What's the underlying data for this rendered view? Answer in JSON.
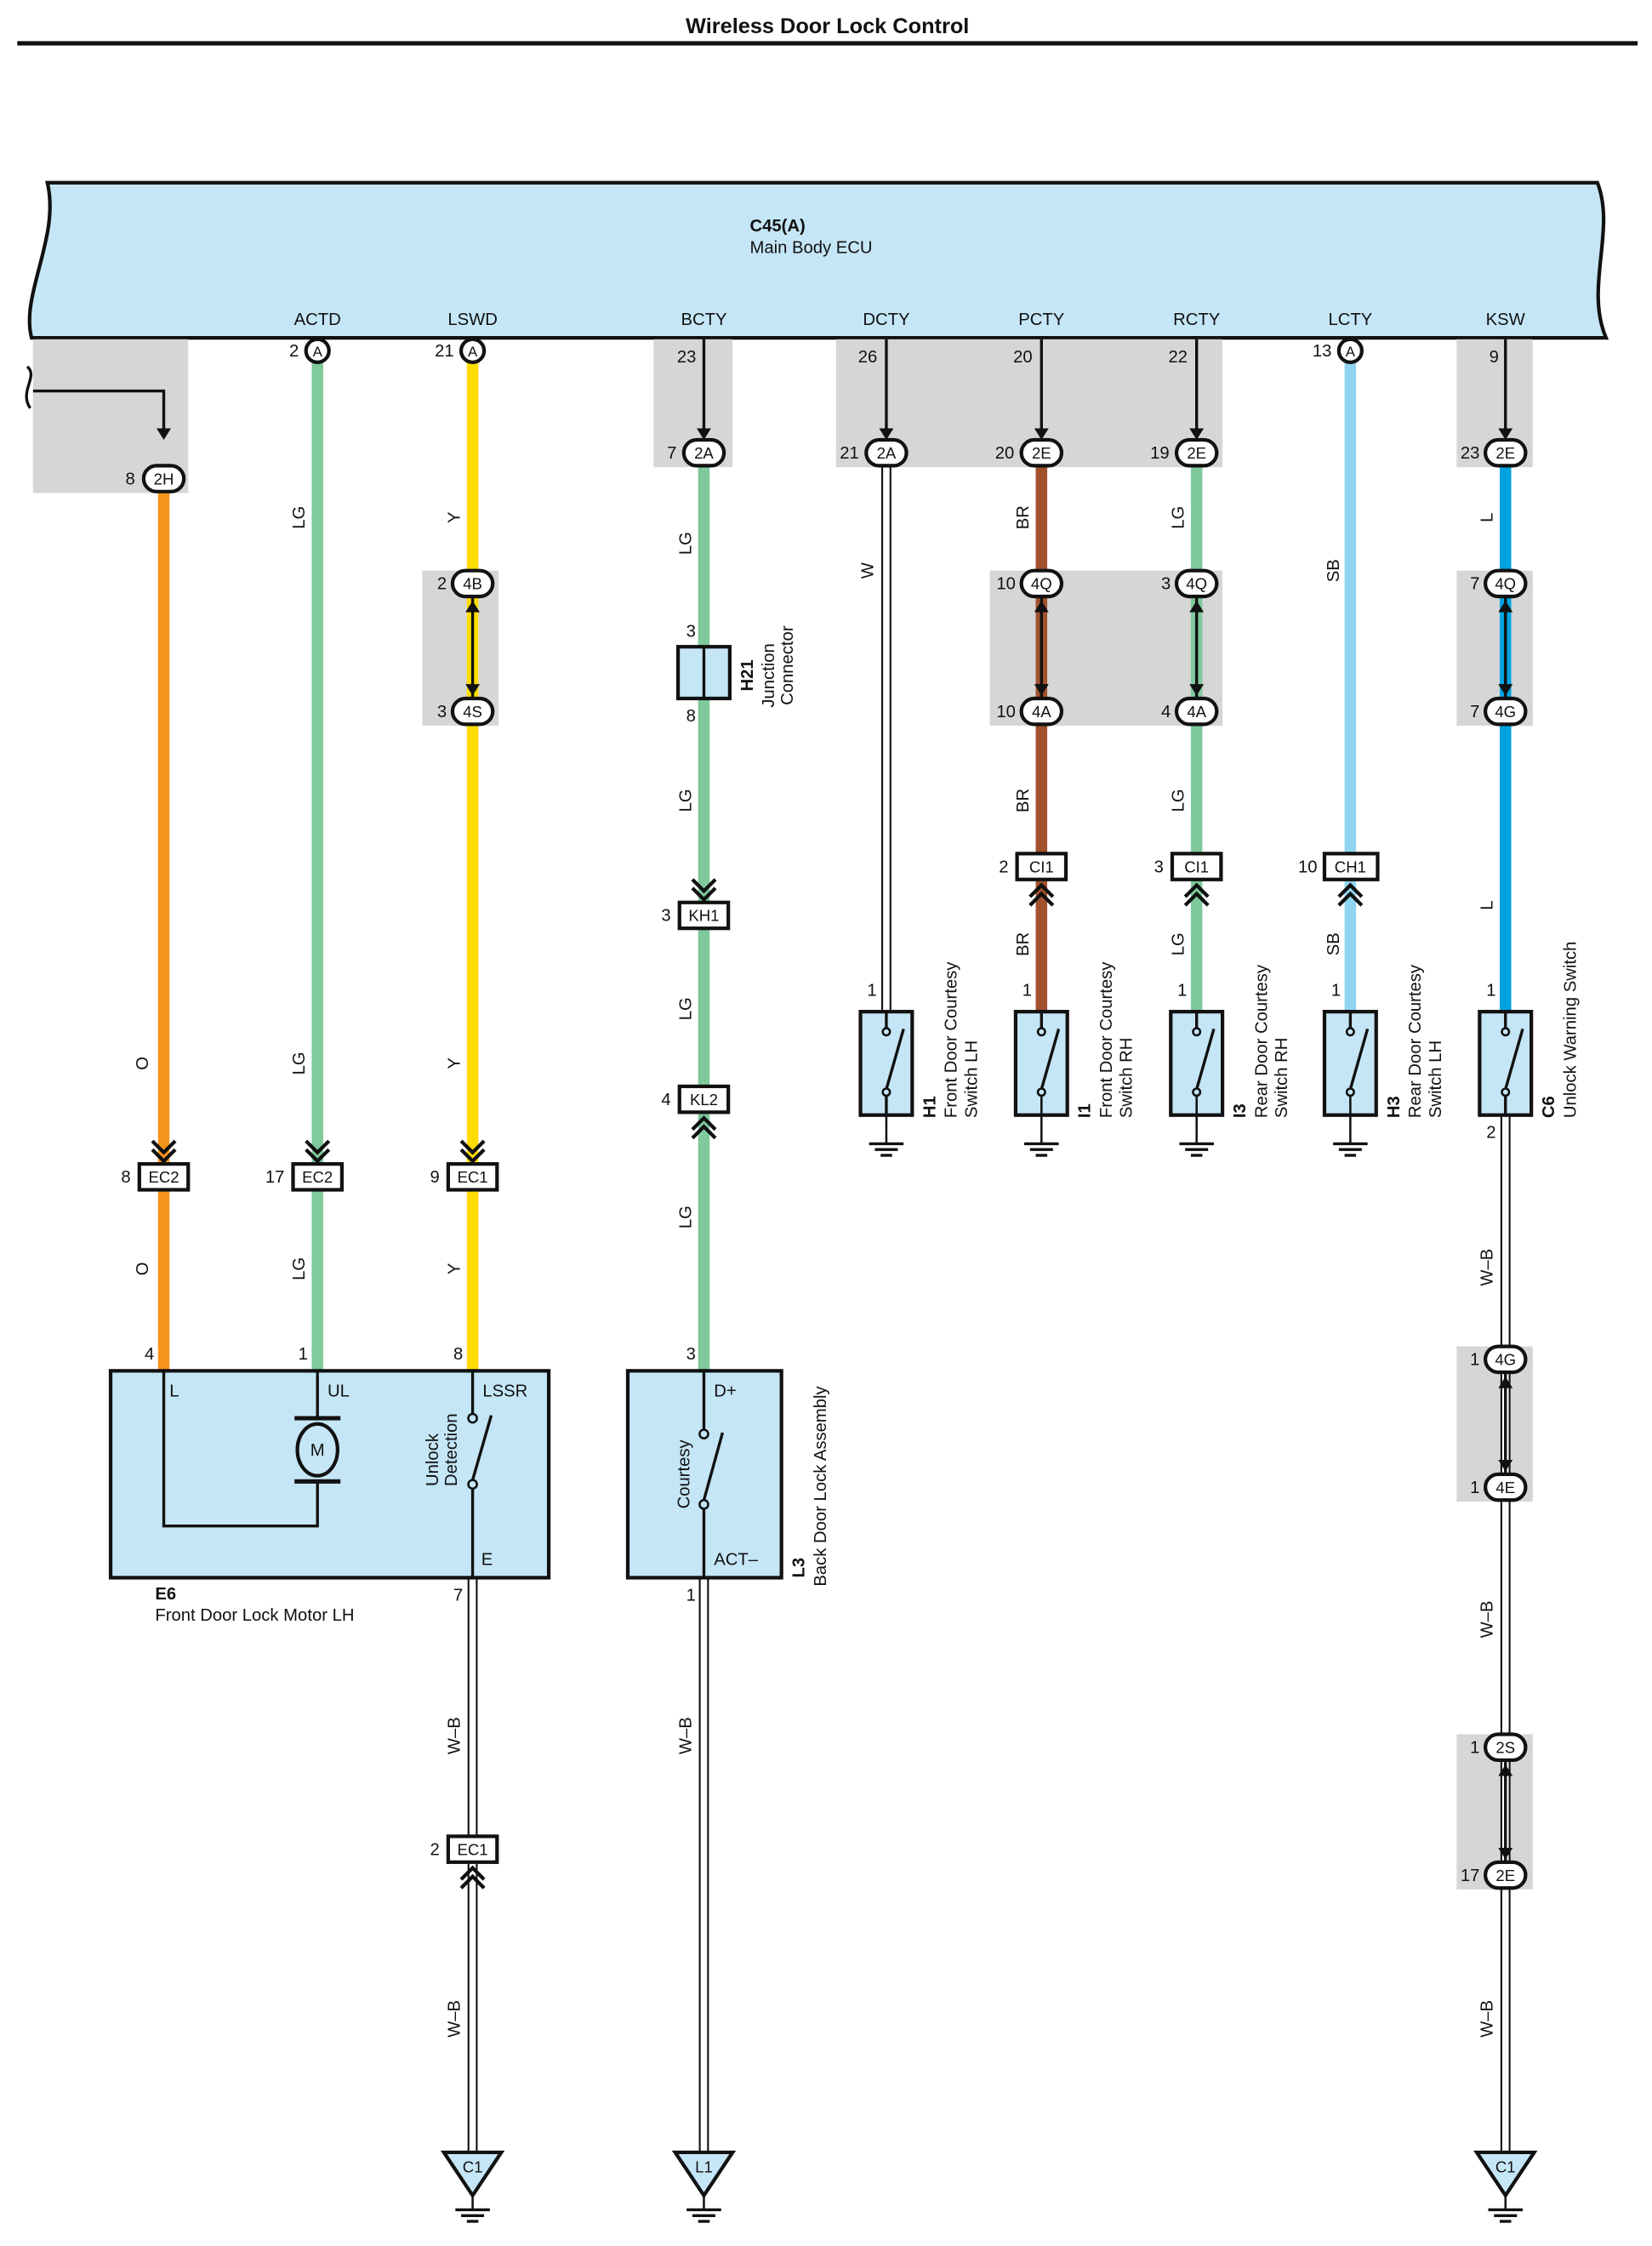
{
  "title": "Wireless Door Lock Control",
  "ecu": {
    "code": "C45(A)",
    "name": "Main Body ECU"
  },
  "colors": {
    "O": "#f7941d",
    "LG": "#7fc99d",
    "Y": "#ffdd00",
    "BR": "#a0522d",
    "SB": "#8fd4f1",
    "L": "#00a3e0",
    "W": "#ffffff",
    "W-B": "#ffffff",
    "box_fill": "#c5e6f6",
    "shade": "#d6d6d6"
  },
  "terminals": [
    "ACTD",
    "LSWD",
    "BCTY",
    "DCTY",
    "PCTY",
    "RCTY",
    "LCTY",
    "KSW"
  ],
  "circuits": [
    {
      "pin": "8",
      "conn": "2H",
      "wire": "O",
      "inline": {
        "pin": "8",
        "name": "EC2"
      },
      "pin_bottom": "4"
    },
    {
      "terminal": "ACTD",
      "ecu_pin": "2",
      "ecu_conn": "A",
      "wire": "LG",
      "inline": {
        "pin": "17",
        "name": "EC2"
      },
      "pin_bottom": "1"
    },
    {
      "terminal": "LSWD",
      "ecu_pin": "21",
      "ecu_conn": "A",
      "wire": "Y",
      "joint": [
        {
          "pin": "2",
          "conn": "4B"
        },
        {
          "pin": "3",
          "conn": "4S"
        }
      ],
      "inline": {
        "pin": "9",
        "name": "EC1"
      },
      "pin_bottom": "8"
    },
    {
      "terminal": "BCTY",
      "ecu_pin": "23",
      "conn_pin": "7",
      "conn": "2A",
      "wire": "LG",
      "junction": {
        "top_pin": "3",
        "bottom_pin": "8",
        "code": "H21",
        "name": "Junction Connector"
      },
      "inlines": [
        {
          "pin": "3",
          "name": "KH1"
        },
        {
          "pin": "4",
          "name": "KL2"
        }
      ],
      "pin_bottom": "3"
    },
    {
      "terminal": "DCTY",
      "ecu_pin": "26",
      "conn_pin": "21",
      "conn": "2A",
      "wire": "W",
      "pin_bottom": "1"
    },
    {
      "terminal": "PCTY",
      "ecu_pin": "20",
      "conn_pin": "20",
      "conn": "2E",
      "wire": "BR",
      "joint": [
        {
          "pin": "10",
          "conn": "4Q"
        },
        {
          "pin": "10",
          "conn": "4A"
        }
      ],
      "inline": {
        "pin": "2",
        "name": "CI1"
      },
      "pin_bottom": "1"
    },
    {
      "terminal": "RCTY",
      "ecu_pin": "22",
      "conn_pin": "19",
      "conn": "2E",
      "wire": "LG",
      "joint": [
        {
          "pin": "3",
          "conn": "4Q"
        },
        {
          "pin": "4",
          "conn": "4A"
        }
      ],
      "inline": {
        "pin": "3",
        "name": "CI1"
      },
      "pin_bottom": "1"
    },
    {
      "terminal": "LCTY",
      "ecu_pin": "13",
      "ecu_conn": "A",
      "wire": "SB",
      "inline": {
        "pin": "10",
        "name": "CH1"
      },
      "pin_bottom": "1"
    },
    {
      "terminal": "KSW",
      "ecu_pin": "9",
      "conn_pin": "23",
      "conn": "2E",
      "wire": "L",
      "joint": [
        {
          "pin": "7",
          "conn": "4Q"
        },
        {
          "pin": "7",
          "conn": "4G"
        }
      ],
      "pin_bottom": "1"
    }
  ],
  "components": {
    "e6": {
      "code": "E6",
      "name": "Front Door Lock Motor LH",
      "term_l": "L",
      "term_ul": "UL",
      "term_lssr": "LSSR",
      "term_e": "E",
      "motor": "M",
      "switch_label_1": "Unlock",
      "switch_label_2": "Detection",
      "pin_ground": "7"
    },
    "l3": {
      "code": "L3",
      "name": "Back Door Lock Assembly",
      "term_top": "D+",
      "term_bottom": "ACT–",
      "switch_label": "Courtesy",
      "pin_ground": "1"
    },
    "h1": {
      "code": "H1",
      "name_1": "Front Door Courtesy",
      "name_2": "Switch LH"
    },
    "i1": {
      "code": "I1",
      "name_1": "Front Door Courtesy",
      "name_2": "Switch RH"
    },
    "i3": {
      "code": "I3",
      "name_1": "Rear Door Courtesy",
      "name_2": "Switch RH"
    },
    "h3": {
      "code": "H3",
      "name_1": "Rear Door Courtesy",
      "name_2": "Switch LH"
    },
    "c6": {
      "code": "C6",
      "name": "Unlock Warning Switch",
      "pin_bottom": "2"
    }
  },
  "ground_circuits": {
    "lock": {
      "wire": "W–B",
      "inline": {
        "pin": "2",
        "name": "EC1"
      },
      "ground": "C1"
    },
    "back": {
      "wire": "W–B",
      "ground": "L1"
    },
    "ksw": {
      "wire": "W–B",
      "joint_a": [
        {
          "pin": "1",
          "conn": "4G"
        },
        {
          "pin": "1",
          "conn": "4E"
        }
      ],
      "joint_b": [
        {
          "pin": "1",
          "conn": "2S"
        },
        {
          "pin": "17",
          "conn": "2E"
        }
      ],
      "ground": "C1"
    }
  }
}
